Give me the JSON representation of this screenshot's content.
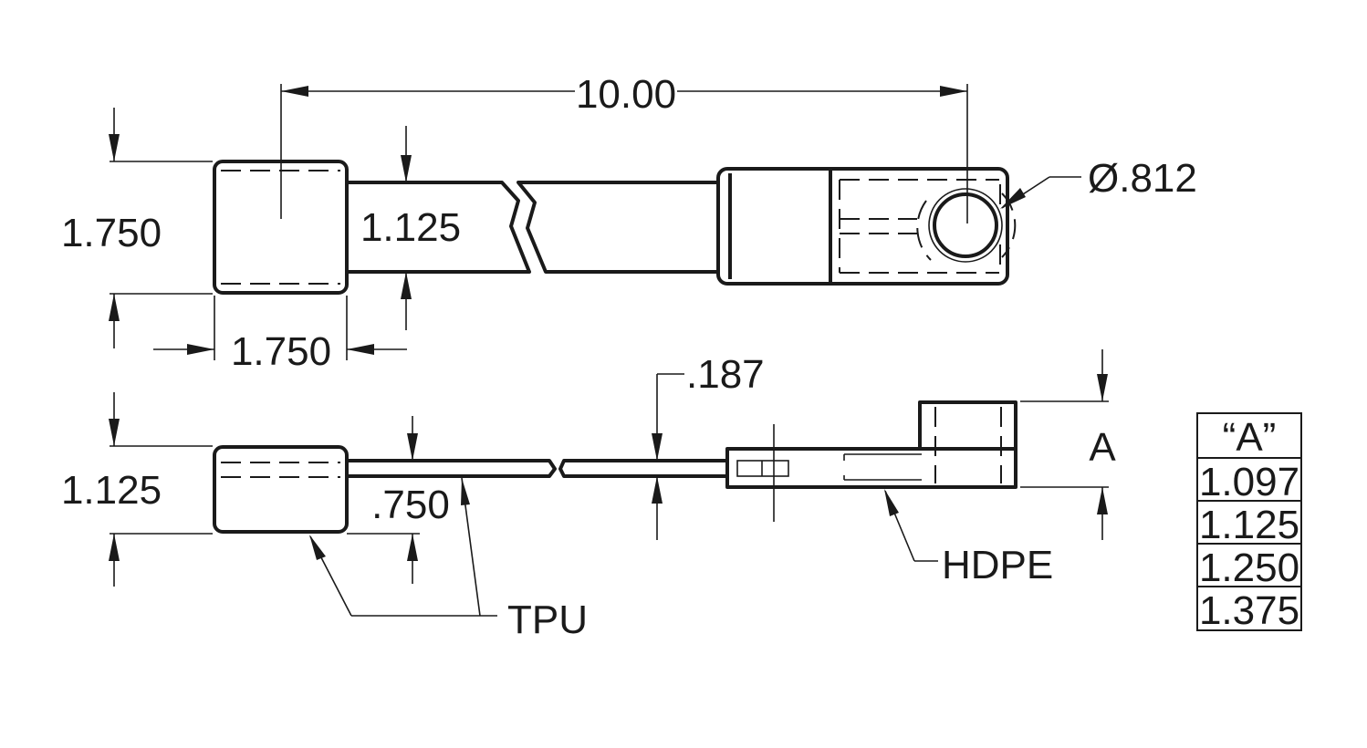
{
  "dimensions": {
    "overall_length": "10.00",
    "hole_diameter": "Ø.812",
    "top_head_height": "1.750",
    "top_head_width": "1.750",
    "strap_width": "1.125",
    "side_head_height": "1.125",
    "strap_thickness": ".187",
    "strap_offset": ".750",
    "variable_height": "A"
  },
  "materials": {
    "tpu": "TPU",
    "hdpe": "HDPE"
  },
  "table": {
    "header": "“A”",
    "values": [
      "1.097",
      "1.125",
      "1.250",
      "1.375"
    ]
  }
}
